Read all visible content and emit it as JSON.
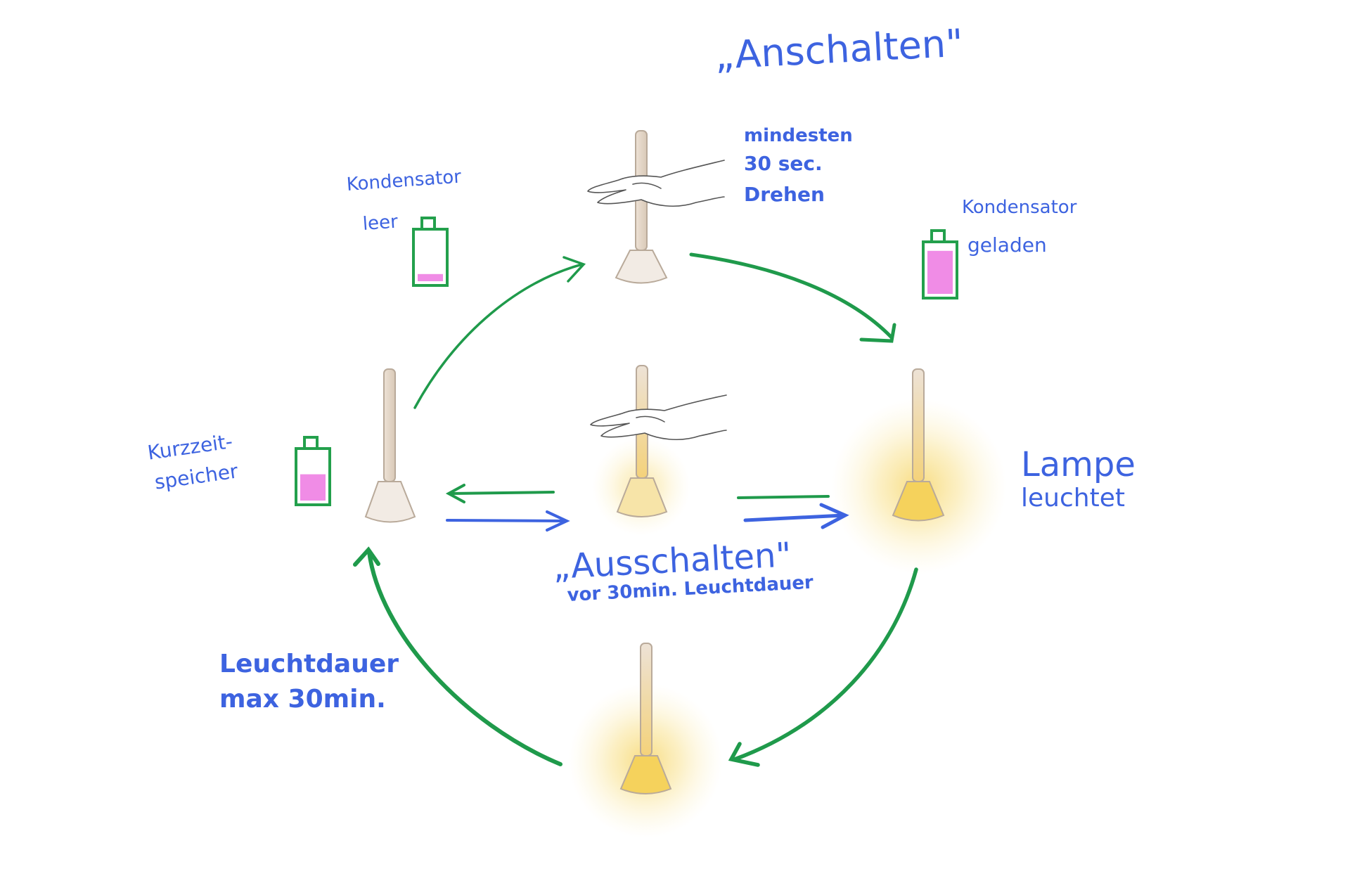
{
  "colors": {
    "text": "#3d63e0",
    "cycle_arrow": "#1f9a4b",
    "action_arrow": "#3d63e0",
    "battery_outline": "#23a04c",
    "battery_fill": "#f08ce6",
    "glow": "#f7d66a",
    "lamp_outline": "#b9aa9a"
  },
  "icons": [
    "lamp-icon",
    "hand-icon",
    "battery-icon",
    "arrow-icon"
  ],
  "labels": {
    "anschalten": "„Anschalten\"",
    "mindestens_line1": "mindesten",
    "mindestens_line2": "30 sec.",
    "mindestens_line3": "Drehen",
    "kondensator_leer_line1": "Kondensator",
    "kondensator_leer_line2": "leer",
    "kondensator_geladen_line1": "Kondensator",
    "kondensator_geladen_line2": "geladen",
    "kurzzeit_line1": "Kurzzeit-",
    "kurzzeit_line2": "speicher",
    "lampe_line1": "Lampe",
    "lampe_line2": "leuchtet",
    "ausschalten": "„Ausschalten\"",
    "ausschalten_sub": "vor 30min. Leuchtdauer",
    "leuchtdauer_line1": "Leuchtdauer",
    "leuchtdauer_line2": "max 30min."
  },
  "batteries": {
    "left_top": {
      "charge": 0.15
    },
    "left_mid": {
      "charge": 0.55
    },
    "right_top": {
      "charge": 0.9
    }
  }
}
